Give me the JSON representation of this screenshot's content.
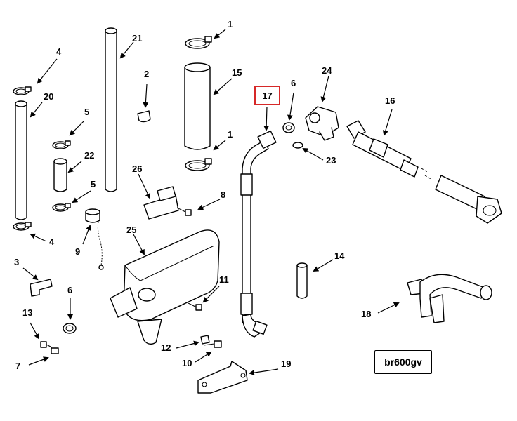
{
  "diagram": {
    "reference_code": "br600gv",
    "highlighted_part": "17",
    "highlight_color": "#d62828",
    "callouts": [
      "1",
      "1",
      "2",
      "3",
      "4",
      "4",
      "5",
      "5",
      "6",
      "6",
      "7",
      "8",
      "9",
      "10",
      "11",
      "12",
      "13",
      "14",
      "15",
      "16",
      "18",
      "19",
      "20",
      "21",
      "22",
      "23",
      "24",
      "25",
      "26"
    ]
  }
}
